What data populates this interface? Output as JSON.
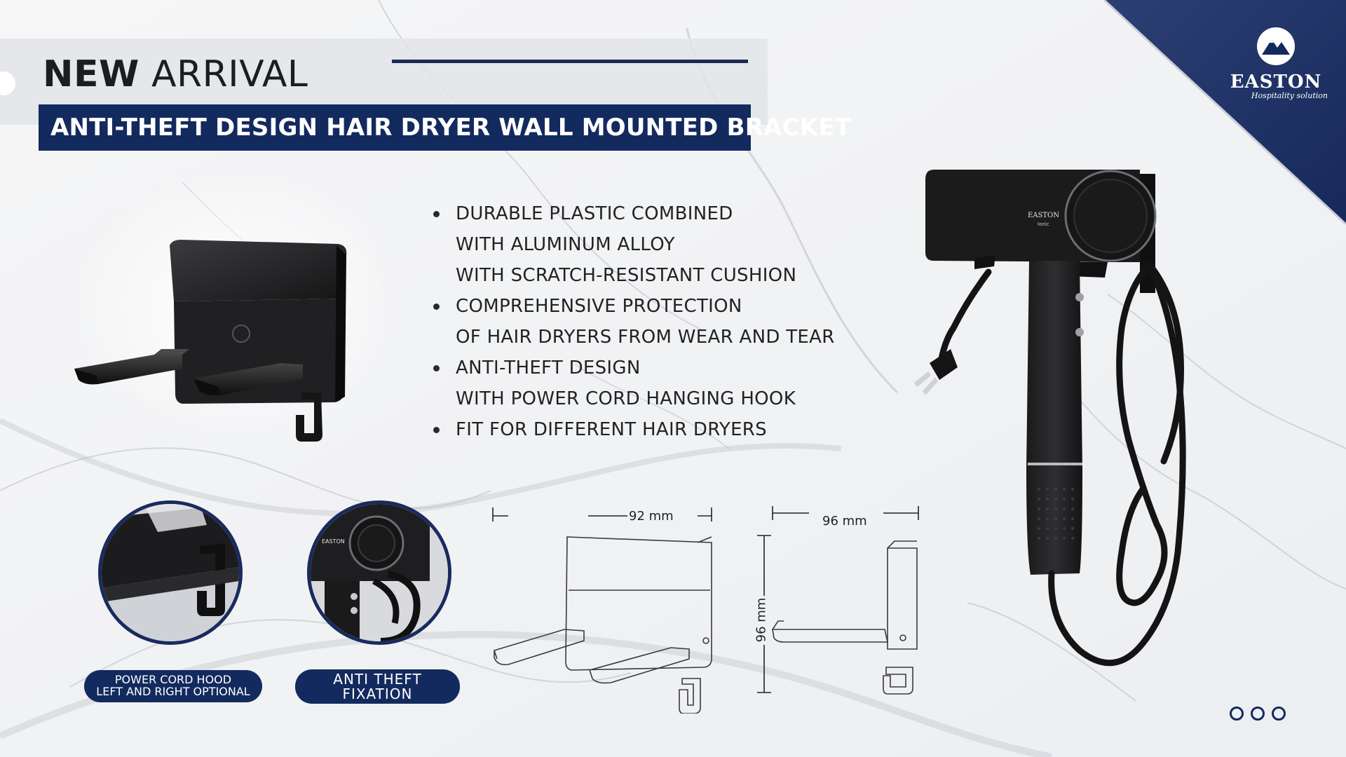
{
  "header": {
    "new_bold": "NEW",
    "new_light": "ARRIVAL",
    "subtitle": "ANTI-THEFT DESIGN HAIR DRYER WALL MOUNTED BRACKET"
  },
  "brand": {
    "name": "EASTON",
    "tagline": "Hospitality solution",
    "accent_color": "#132a5e"
  },
  "features": [
    {
      "text": "DURABLE PLASTIC COMBINED",
      "bullet": true
    },
    {
      "text": "WITH ALUMINUM ALLOY",
      "bullet": false
    },
    {
      "text": "WITH SCRATCH-RESISTANT CUSHION",
      "bullet": false
    },
    {
      "text": "COMPREHENSIVE PROTECTION",
      "bullet": true
    },
    {
      "text": "OF HAIR DRYERS FROM WEAR AND TEAR",
      "bullet": false
    },
    {
      "text": "ANTI-THEFT DESIGN",
      "bullet": true
    },
    {
      "text": "WITH POWER CORD HANGING HOOK",
      "bullet": false
    },
    {
      "text": "FIT FOR DIFFERENT HAIR DRYERS",
      "bullet": true
    }
  ],
  "callouts": [
    {
      "label": "POWER CORD HOOD\nLEFT AND RIGHT OPTIONAL"
    },
    {
      "label": "ANTI THEFT\nFIXATION"
    }
  ],
  "dimensions": {
    "front_width": "92 mm",
    "side_width": "96 mm",
    "side_height": "96 mm"
  },
  "product_brand_mark": "EASTON",
  "product_brand_sub": "Ionic",
  "pager": {
    "count": 3
  }
}
